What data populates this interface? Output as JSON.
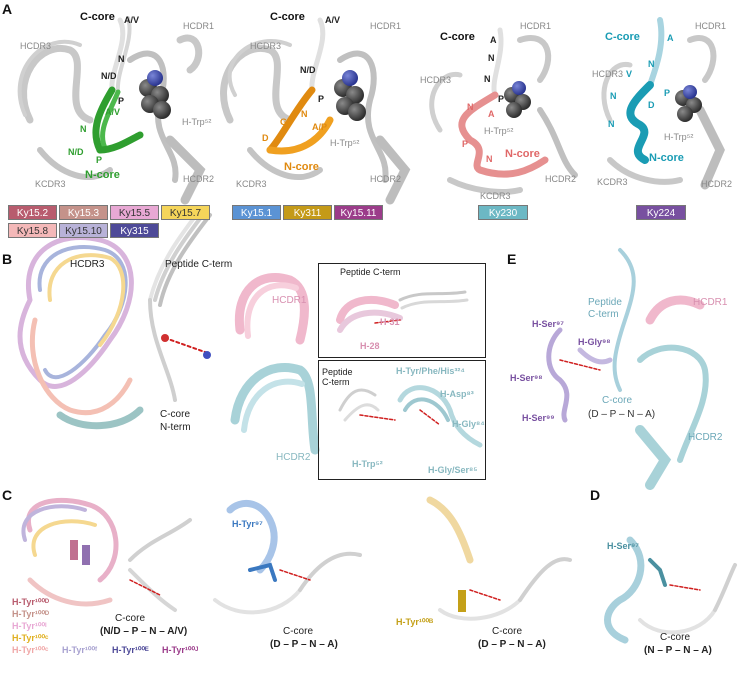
{
  "panels": {
    "A": "A",
    "B": "B",
    "C": "C",
    "D": "D",
    "E": "E"
  },
  "panelA": {
    "s1": {
      "ccore": "C-core",
      "av": "A/V",
      "nd_top": "N/D",
      "nd": "N/D",
      "n": "N",
      "p_left": "P",
      "av2": "A/V",
      "p": "P",
      "ncore": "N-core",
      "hcdr1": "HCDR1",
      "hcdr3": "HCDR3",
      "htrp": "H-Trp⁵²",
      "hcdr2": "HCDR2",
      "kcdr3": "KCDR3"
    },
    "s2": {
      "ccore": "C-core",
      "av": "A/V",
      "nd": "N/D",
      "p_top": "P",
      "n": "N",
      "g": "G",
      "d": "D",
      "ap": "A/P",
      "ncore": "N-core",
      "hcdr1": "HCDR1",
      "hcdr3": "HCDR3",
      "htrp": "H-Trp⁵²",
      "hcdr2": "HCDR2",
      "kcdr3": "KCDR3"
    },
    "s3": {
      "ccore": "C-core",
      "a": "A",
      "n1": "N",
      "n2": "N",
      "p1": "P",
      "n3": "N",
      "a2": "A",
      "p2": "P",
      "n4": "N",
      "ncore": "N-core",
      "hcdr1": "HCDR1",
      "hcdr3": "HCDR3",
      "htrp": "H-Trp⁵²",
      "hcdr2": "HCDR2",
      "kcdr3": "KCDR3"
    },
    "s4": {
      "ccore": "C-core",
      "a": "A",
      "v": "V",
      "n1": "N",
      "n2": "N",
      "d": "D",
      "p1": "P",
      "n3": "N",
      "p2": "P",
      "ncore": "N-core",
      "hcdr1": "HCDR1",
      "hcdr3": "HCDR3",
      "htrp": "H-Trp⁵²",
      "hcdr2": "HCDR2",
      "kcdr3": "KCDR3"
    }
  },
  "legend": [
    {
      "label": "Ky15.2",
      "color": "#b85c6e",
      "text": "#fff"
    },
    {
      "label": "Ky15.3",
      "color": "#c4928a",
      "text": "#fff"
    },
    {
      "label": "Ky15.5",
      "color": "#e8a8d4",
      "text": "#333"
    },
    {
      "label": "Ky15.7",
      "color": "#f5d55a",
      "text": "#333"
    },
    {
      "label": "Ky15.8",
      "color": "#f4b8b8",
      "text": "#333"
    },
    {
      "label": "Ky15.10",
      "color": "#b8b2d8",
      "text": "#333"
    },
    {
      "label": "Ky315",
      "color": "#4e4a98",
      "text": "#fff"
    },
    {
      "label": "Ky15.1",
      "color": "#5b93d4",
      "text": "#fff"
    },
    {
      "label": "Ky311",
      "color": "#c49a18",
      "text": "#fff"
    },
    {
      "label": "Ky15.11",
      "color": "#9b3c8a",
      "text": "#fff"
    },
    {
      "label": "Ky230",
      "color": "#6cb8c4",
      "text": "#fff"
    },
    {
      "label": "Ky224",
      "color": "#7850a0",
      "text": "#fff"
    }
  ],
  "panelB": {
    "hcdr3": "HCDR3",
    "pepc": "Peptide C-term",
    "hcdr1": "HCDR1",
    "hcdr2": "HCDR2",
    "ccore": "C-core",
    "nterm": "N-term",
    "in1": {
      "pepc": "Peptide C-term",
      "h31": "H-31",
      "h28": "H-28"
    },
    "in2": {
      "pepc1": "Peptide",
      "pepc2": "C-term",
      "tyr": "H-Tyr/Phe/His³²⁴",
      "asp": "H-Asp⁸³",
      "gly": "H-Gly⁸⁴",
      "trp": "H-Trp⁵²",
      "glyser": "H-Gly/Ser⁸⁵"
    }
  },
  "panelE": {
    "pep1": "Peptide",
    "pep2": "C-term",
    "hcdr1": "HCDR1",
    "hcdr2": "HCDR2",
    "ser97": "H-Ser⁹⁷",
    "gly98": "H-Gly⁹⁸",
    "ser98": "H-Ser⁹⁸",
    "ser99": "H-Ser⁹⁹",
    "ccore": "C-core",
    "motif": "(D – P – N – A)"
  },
  "panelC": {
    "c1": {
      "ccore": "C-core",
      "motif": "(N/D – P – N – A/V)",
      "tyrs": [
        "H-Tyr¹⁰⁰ᴰ",
        "H-Tyr¹⁰⁰ᴰ",
        "H-Tyr¹⁰⁰ᴵ",
        "H-Tyr¹⁰⁰ᶜ",
        "H-Tyr¹⁰⁰ᶜ"
      ],
      "tyr2": "H-Tyr¹⁰⁰ᶠ",
      "tyr3": "H-Tyr¹⁰⁰ᴱ",
      "tyr4": "H-Tyr¹⁰⁰ᴶ"
    },
    "c2": {
      "tyr": "H-Tyr⁹⁷",
      "ccore": "C-core",
      "motif": "(D – P – N – A)"
    },
    "c3": {
      "tyr": "H-Tyr¹⁰⁰ᴮ",
      "ccore": "C-core",
      "motif": "(D – P – N – A)"
    }
  },
  "panelD": {
    "ser": "H-Ser⁹⁷",
    "ccore": "C-core",
    "motif": "(N – P – N – A)"
  }
}
